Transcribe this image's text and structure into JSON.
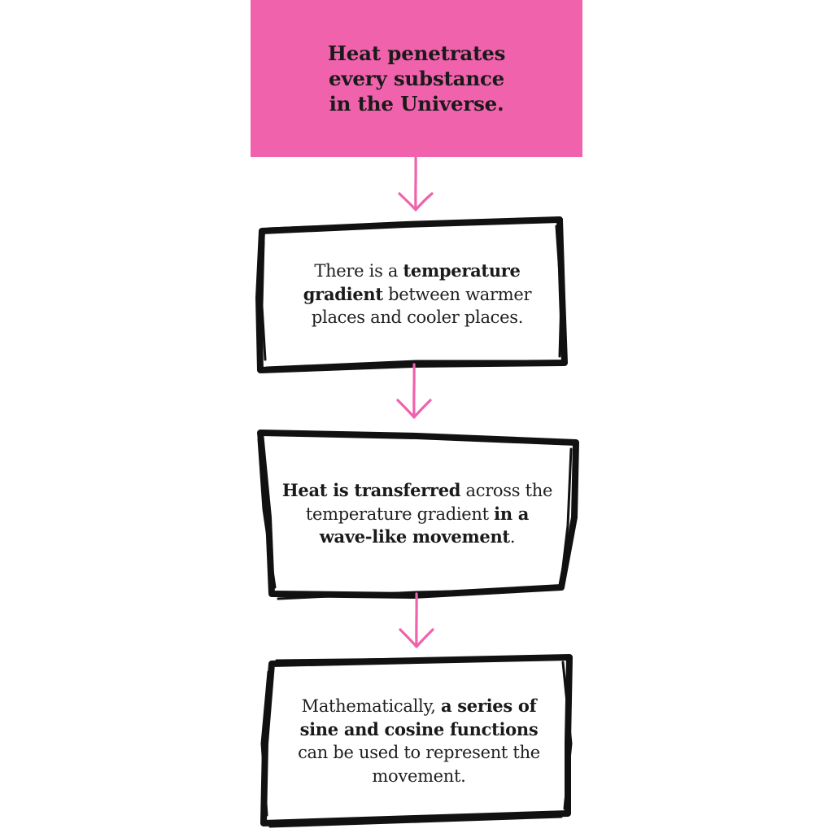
{
  "top_box": {
    "lines": [
      "Heat penetrates",
      "every substance",
      "in the Universe."
    ],
    "fill_color": "#f062ac"
  },
  "boxes": [
    {
      "segments": [
        {
          "text": "There is a ",
          "bold": false
        },
        {
          "text": "temperature gradient",
          "bold": true
        },
        {
          "text": " between warmer places and cooler places.",
          "bold": false
        }
      ]
    },
    {
      "segments": [
        {
          "text": "Heat is transferred",
          "bold": true
        },
        {
          "text": " across the temperature gradient ",
          "bold": false
        },
        {
          "text": "in a wave-like movement",
          "bold": true
        },
        {
          "text": ".",
          "bold": false
        }
      ]
    },
    {
      "segments": [
        {
          "text": "Mathematically, ",
          "bold": false
        },
        {
          "text": "a series of sine and cosine functions",
          "bold": true
        },
        {
          "text": " can be used to represent the movement.",
          "bold": false
        }
      ]
    }
  ],
  "colors": {
    "accent_pink": "#f062ac",
    "border_black": "#111111",
    "text": "#1f1f1f"
  }
}
